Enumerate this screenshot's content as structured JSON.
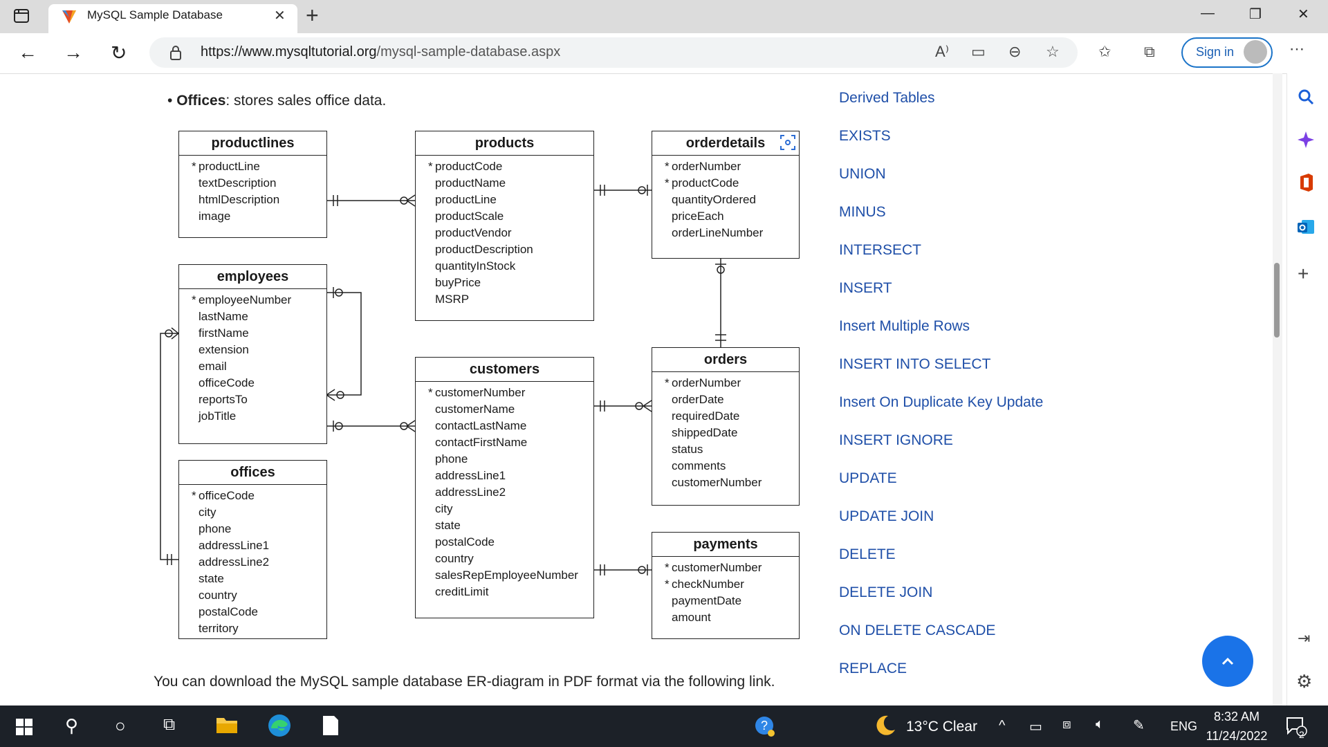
{
  "browser": {
    "tab_title": "MySQL Sample Database",
    "url_host": "https://www.mysqltutorial.org",
    "url_path": "/mysql-sample-database.aspx",
    "sign_in_label": "Sign in"
  },
  "content": {
    "bullet_bold": "Offices",
    "bullet_rest": ": stores sales office data.",
    "download_text": "You can download the MySQL sample database ER-diagram in PDF format via the following link."
  },
  "diagram": {
    "productlines": {
      "title": "productlines",
      "fields": [
        {
          "name": "productLine",
          "pk": true
        },
        {
          "name": "textDescription"
        },
        {
          "name": "htmlDescription"
        },
        {
          "name": "image"
        }
      ]
    },
    "products": {
      "title": "products",
      "fields": [
        {
          "name": "productCode",
          "pk": true
        },
        {
          "name": "productName"
        },
        {
          "name": "productLine"
        },
        {
          "name": "productScale"
        },
        {
          "name": "productVendor"
        },
        {
          "name": "productDescription"
        },
        {
          "name": "quantityInStock"
        },
        {
          "name": "buyPrice"
        },
        {
          "name": "MSRP"
        }
      ]
    },
    "orderdetails": {
      "title": "orderdetails",
      "fields": [
        {
          "name": "orderNumber",
          "pk": true
        },
        {
          "name": "productCode",
          "pk": true
        },
        {
          "name": "quantityOrdered"
        },
        {
          "name": "priceEach"
        },
        {
          "name": "orderLineNumber"
        }
      ]
    },
    "employees": {
      "title": "employees",
      "fields": [
        {
          "name": "employeeNumber",
          "pk": true
        },
        {
          "name": "lastName"
        },
        {
          "name": "firstName"
        },
        {
          "name": "extension"
        },
        {
          "name": "email"
        },
        {
          "name": "officeCode"
        },
        {
          "name": "reportsTo"
        },
        {
          "name": "jobTitle"
        }
      ]
    },
    "customers": {
      "title": "customers",
      "fields": [
        {
          "name": "customerNumber",
          "pk": true
        },
        {
          "name": "customerName"
        },
        {
          "name": "contactLastName"
        },
        {
          "name": "contactFirstName"
        },
        {
          "name": "phone"
        },
        {
          "name": "addressLine1"
        },
        {
          "name": "addressLine2"
        },
        {
          "name": "city"
        },
        {
          "name": "state"
        },
        {
          "name": "postalCode"
        },
        {
          "name": "country"
        },
        {
          "name": "salesRepEmployeeNumber"
        },
        {
          "name": "creditLimit"
        }
      ]
    },
    "orders": {
      "title": "orders",
      "fields": [
        {
          "name": "orderNumber",
          "pk": true
        },
        {
          "name": "orderDate"
        },
        {
          "name": "requiredDate"
        },
        {
          "name": "shippedDate"
        },
        {
          "name": "status"
        },
        {
          "name": "comments"
        },
        {
          "name": "customerNumber"
        }
      ]
    },
    "offices": {
      "title": "offices",
      "fields": [
        {
          "name": "officeCode",
          "pk": true
        },
        {
          "name": "city"
        },
        {
          "name": "phone"
        },
        {
          "name": "addressLine1"
        },
        {
          "name": "addressLine2"
        },
        {
          "name": "state"
        },
        {
          "name": "country"
        },
        {
          "name": "postalCode"
        },
        {
          "name": "territory"
        }
      ]
    },
    "payments": {
      "title": "payments",
      "fields": [
        {
          "name": "customerNumber",
          "pk": true
        },
        {
          "name": "checkNumber",
          "pk": true
        },
        {
          "name": "paymentDate"
        },
        {
          "name": "amount"
        }
      ]
    }
  },
  "sidebar_links": [
    "Derived Tables",
    "EXISTS",
    "UNION",
    "MINUS",
    "INTERSECT",
    "INSERT",
    "Insert Multiple Rows",
    "INSERT INTO SELECT",
    "Insert On Duplicate Key Update",
    "INSERT IGNORE",
    "UPDATE",
    "UPDATE JOIN",
    "DELETE",
    "DELETE JOIN",
    "ON DELETE CASCADE",
    "REPLACE"
  ],
  "taskbar": {
    "weather": "13°C  Clear",
    "language": "ENG",
    "time": "8:32 AM",
    "date": "11/24/2022",
    "notification_count": "2"
  },
  "colors": {
    "link": "#1f4fa8",
    "accent": "#1a73e8",
    "taskbar": "#1c2128"
  }
}
